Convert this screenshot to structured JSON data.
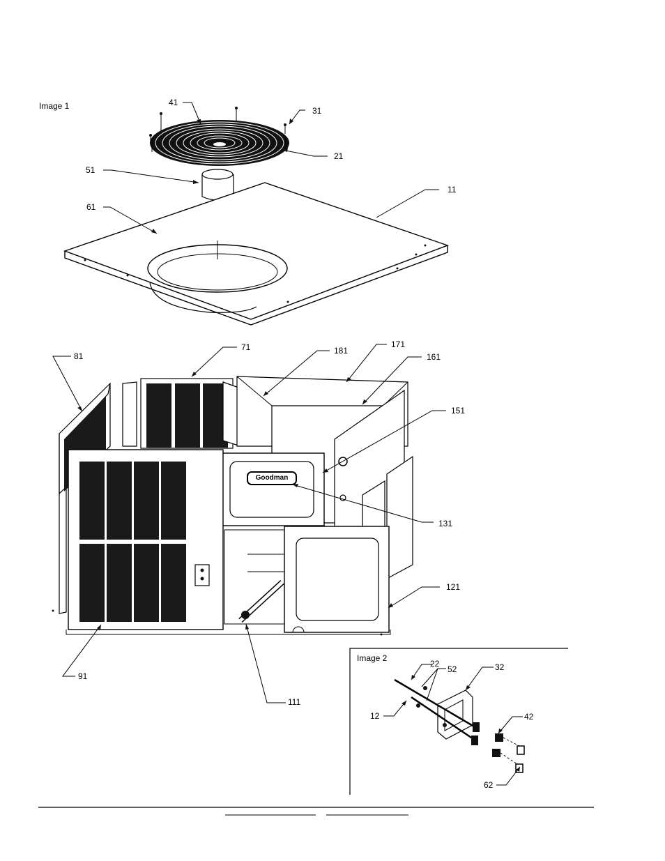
{
  "image1_title": "Image 1",
  "image2_title": "Image 2",
  "brand_badge": "Goodman",
  "callouts": {
    "c41": "41",
    "c31": "31",
    "c21": "21",
    "c51": "51",
    "c11": "11",
    "c61": "61",
    "c81": "81",
    "c71": "71",
    "c181": "181",
    "c171": "171",
    "c161": "161",
    "c151": "151",
    "c131": "131",
    "c121": "121",
    "c91": "91",
    "c111": "111",
    "c22": "22",
    "c52": "52",
    "c32": "32",
    "c12": "12",
    "c42": "42",
    "c62": "62"
  }
}
